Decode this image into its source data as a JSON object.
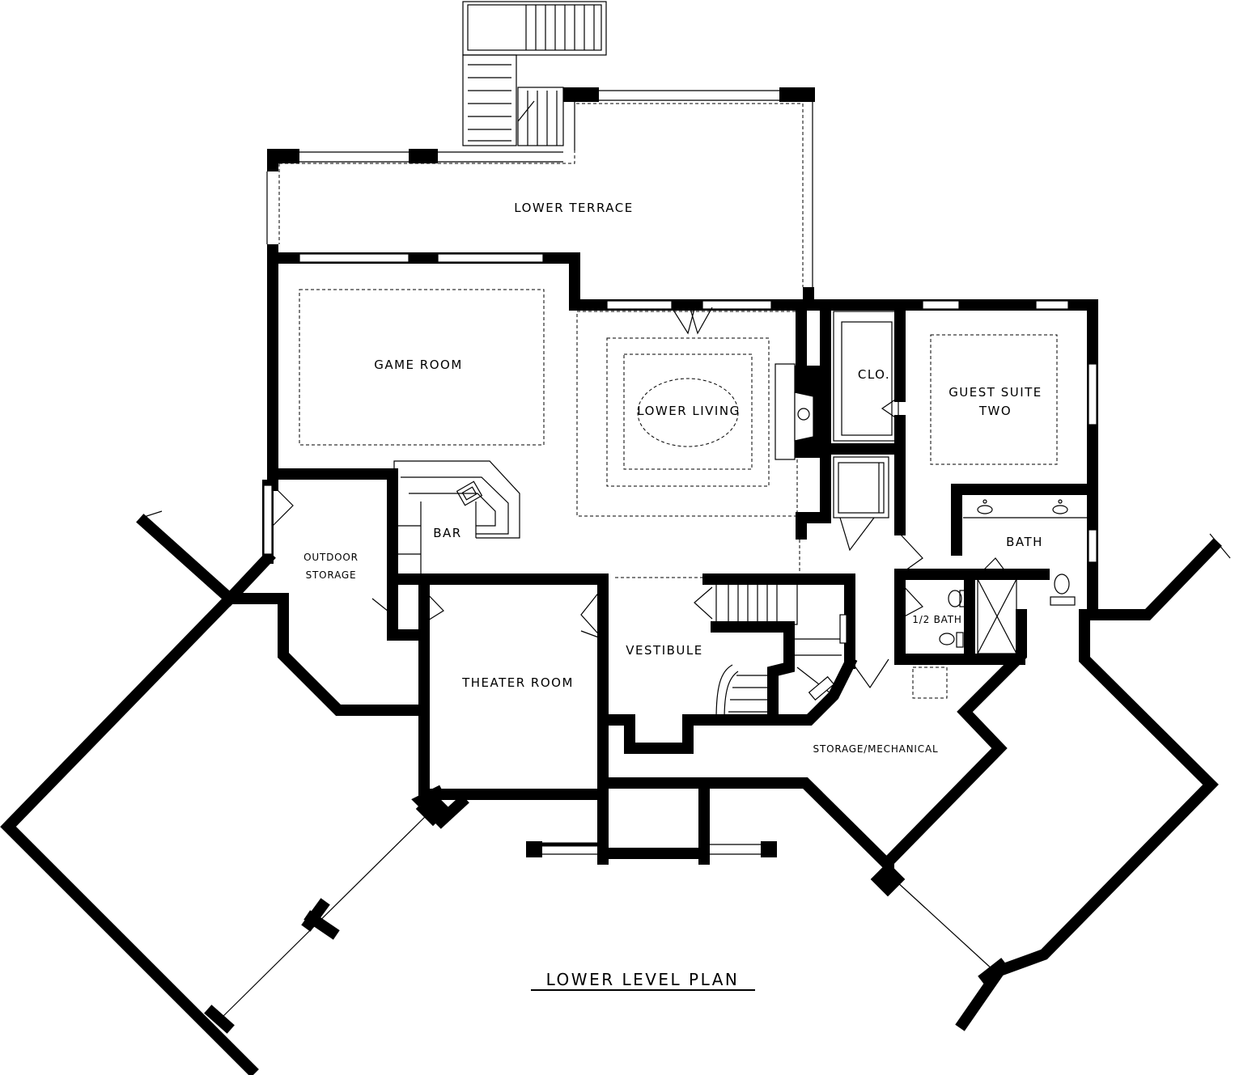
{
  "plan": {
    "title": "LOWER LEVEL PLAN",
    "rooms": {
      "lower_terrace": "LOWER TERRACE",
      "game_room": "GAME ROOM",
      "lower_living": "LOWER LIVING",
      "closet": "CLO.",
      "guest_suite_line1": "GUEST SUITE",
      "guest_suite_line2": "TWO",
      "bar": "BAR",
      "bath": "BATH",
      "outdoor_storage_line1": "OUTDOOR",
      "outdoor_storage_line2": "STORAGE",
      "half_bath": "1/2 BATH",
      "vestibule": "VESTIBULE",
      "theater_room": "THEATER ROOM",
      "storage_mechanical": "STORAGE/MECHANICAL"
    }
  }
}
